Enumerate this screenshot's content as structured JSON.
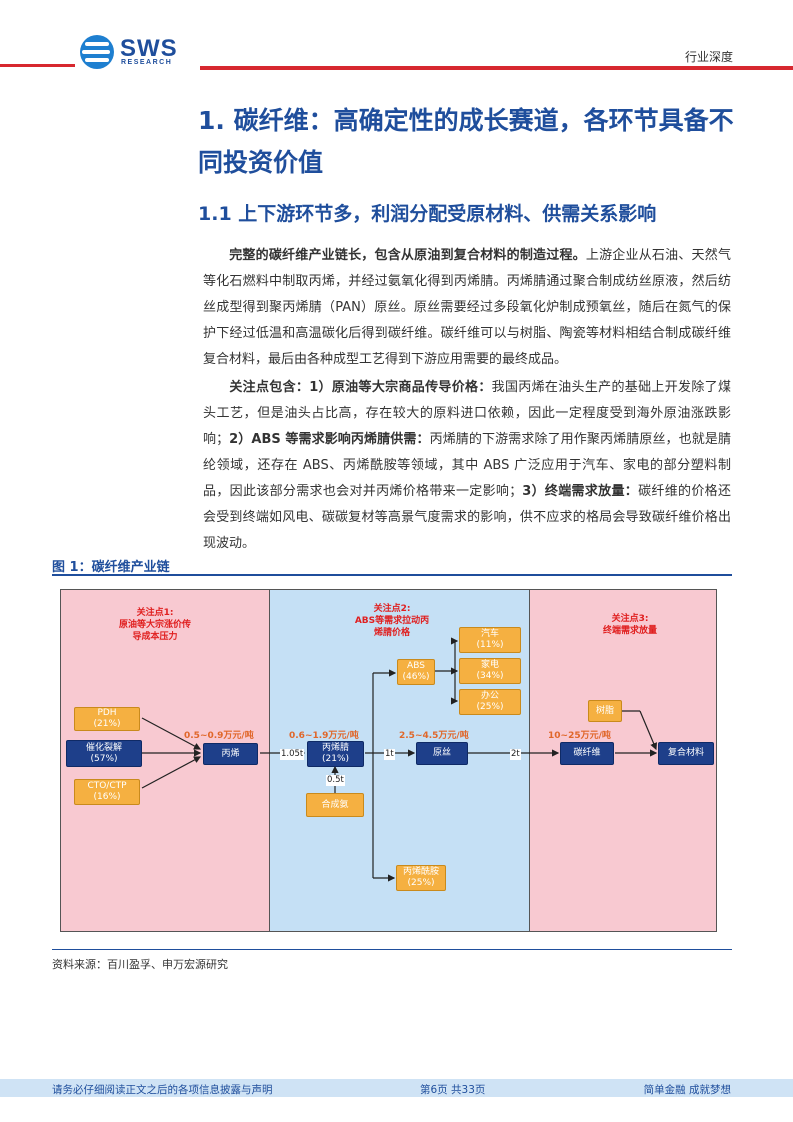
{
  "header": {
    "logo_text": "SWS",
    "logo_sub": "RESEARCH",
    "tag": "行业深度",
    "brand_color": "#1f4e9c",
    "accent_color": "#d7282f"
  },
  "title": "1. 碳纤维：高确定性的成长赛道，各环节具备不同投资价值",
  "subtitle": "1.1 上下游环节多，利润分配受原材料、供需关系影响",
  "para1": {
    "lead": "完整的碳纤维产业链长，包含从原油到复合材料的制造过程。",
    "body": "上游企业从石油、天然气等化石燃料中制取丙烯，并经过氨氧化得到丙烯腈。丙烯腈通过聚合制成纺丝原液，然后纺丝成型得到聚丙烯腈（PAN）原丝。原丝需要经过多段氧化炉制成预氧丝，随后在氮气的保护下经过低温和高温碳化后得到碳纤维。碳纤维可以与树脂、陶瓷等材料相结合制成碳纤维复合材料，最后由各种成型工艺得到下游应用需要的最终成品。"
  },
  "para2": {
    "lead": "关注点包含：1）原油等大宗商品传导价格：",
    "s1": "我国丙烯在油头生产的基础上开发除了煤头工艺，但是油头占比高，存在较大的原料进口依赖，因此一定程度受到海外原油涨跌影响；",
    "b2": "2）ABS 等需求影响丙烯腈供需：",
    "s2": "丙烯腈的下游需求除了用作聚丙烯腈原丝，也就是腈纶领域，还存在 ABS、丙烯酰胺等领域，其中 ABS 广泛应用于汽车、家电的部分塑料制品，因此该部分需求也会对并丙烯价格带来一定影响；",
    "b3": "3）终端需求放量：",
    "s3": "碳纤维的价格还会受到终端如风电、碳碳复材等高景气度需求的影响，供不应求的格局会导致碳纤维价格出现波动。"
  },
  "figure": {
    "title": "图 1：碳纤维产业链",
    "source": "资料来源：百川盈孚、申万宏源研究",
    "focus1": [
      "关注点1:",
      "原油等大宗涨价传",
      "导成本压力"
    ],
    "focus2": [
      "关注点2:",
      "ABS等需求拉动丙",
      "烯腈价格"
    ],
    "focus3": [
      "关注点3:",
      "终端需求放量"
    ],
    "pdh": [
      "PDH",
      "(21%)"
    ],
    "cracking": [
      "催化裂解",
      "(57%)"
    ],
    "cto": [
      "CTO/CTP",
      "(16%)"
    ],
    "propylene": "丙烯",
    "acrylonitrile": [
      "丙烯腈",
      "(21%)"
    ],
    "ammonia": "合成氨",
    "precursor": "原丝",
    "abs": [
      "ABS",
      "(46%)"
    ],
    "auto": [
      "汽车",
      "(11%)"
    ],
    "appliance": [
      "家电",
      "(34%)"
    ],
    "office": [
      "办公",
      "(25%)"
    ],
    "acrylamide": [
      "丙烯酰胺",
      "(25%)"
    ],
    "carbon_fiber": "碳纤维",
    "resin": "树脂",
    "composite": "复合材料",
    "price1": "0.5~0.9万元/吨",
    "price2": "0.6~1.9万元/吨",
    "price3": "2.5~4.5万元/吨",
    "price4": "10~25万元/吨",
    "q1": "1.05t",
    "q2": "0.5t",
    "q3": "1t",
    "q4": "2t"
  },
  "footer": {
    "left": "请务必仔细阅读正文之后的各项信息披露与声明",
    "mid": "第6页 共33页",
    "right": "简单金融 成就梦想"
  }
}
